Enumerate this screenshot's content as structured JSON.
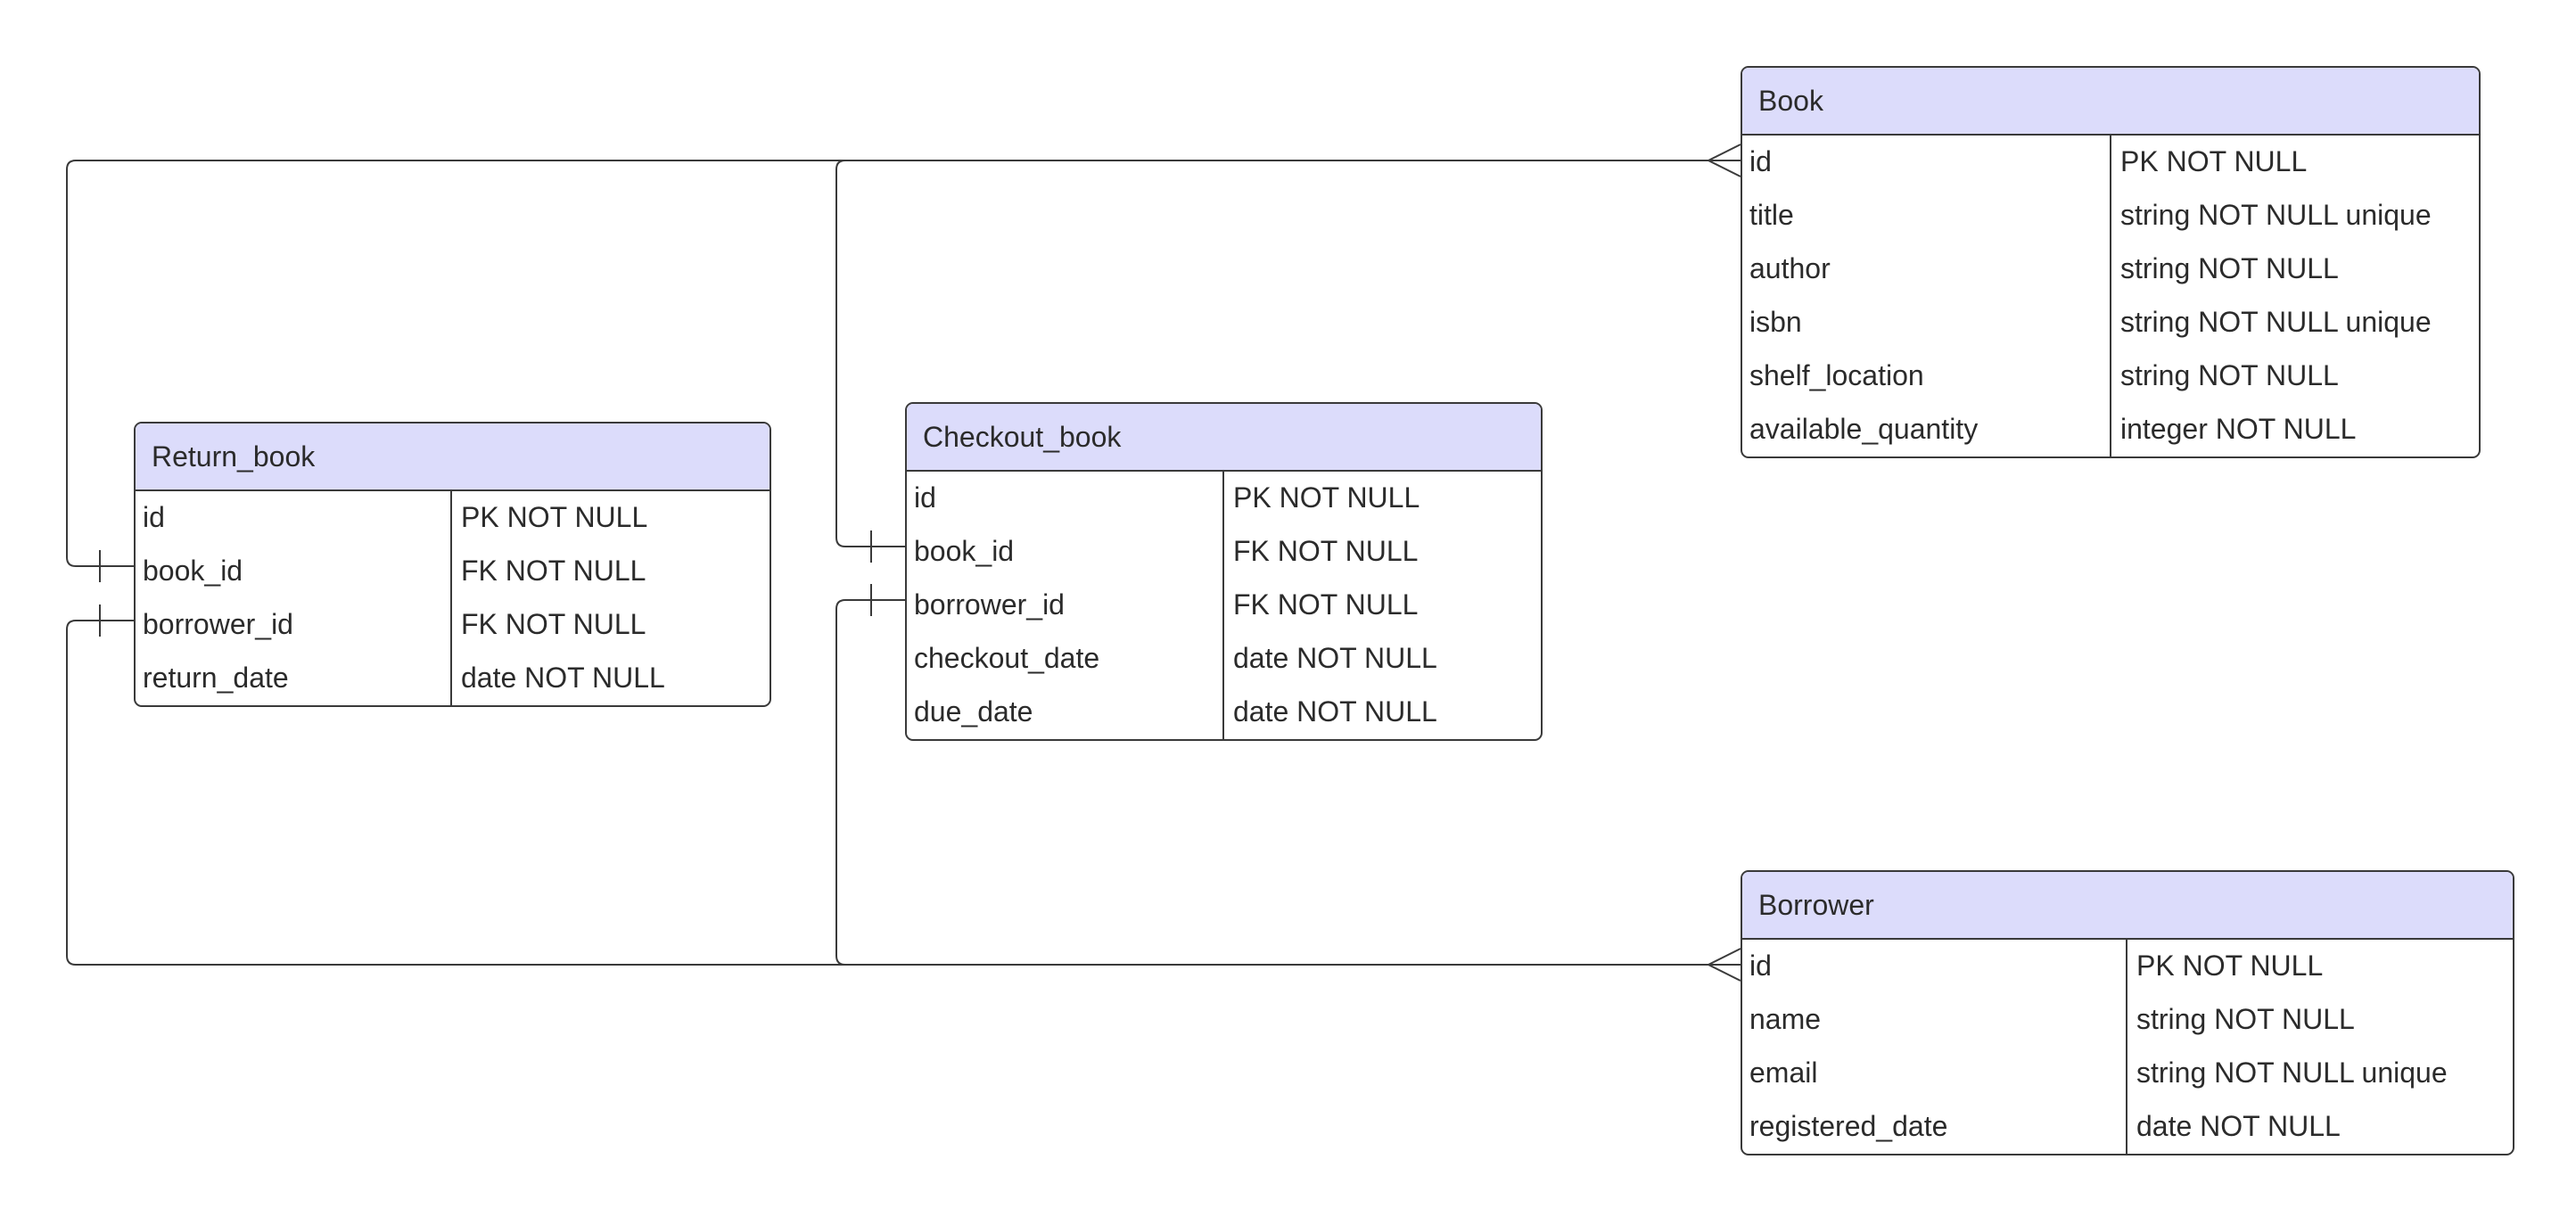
{
  "entities": {
    "book": {
      "title": "Book",
      "rows": [
        {
          "name": "id",
          "type": "PK NOT NULL"
        },
        {
          "name": "title",
          "type": "string NOT NULL unique"
        },
        {
          "name": "author",
          "type": "string  NOT NULL"
        },
        {
          "name": "isbn",
          "type": "string  NOT NULL unique"
        },
        {
          "name": "shelf_location",
          "type": "string  NOT NULL"
        },
        {
          "name": "available_quantity",
          "type": "integer NOT NULL"
        }
      ]
    },
    "return_book": {
      "title": "Return_book",
      "rows": [
        {
          "name": "id",
          "type": "PK NOT NULL"
        },
        {
          "name": "book_id",
          "type": "FK NOT NULL"
        },
        {
          "name": "borrower_id",
          "type": "FK NOT NULL"
        },
        {
          "name": "return_date",
          "type": "date NOT NULL"
        }
      ]
    },
    "checkout_book": {
      "title": "Checkout_book",
      "rows": [
        {
          "name": "id",
          "type": "PK NOT NULL"
        },
        {
          "name": "book_id",
          "type": "FK NOT NULL"
        },
        {
          "name": "borrower_id",
          "type": "FK NOT NULL"
        },
        {
          "name": "checkout_date",
          "type": "date NOT NULL"
        },
        {
          "name": "due_date",
          "type": "date NOT NULL"
        }
      ]
    },
    "borrower": {
      "title": "Borrower",
      "rows": [
        {
          "name": "id",
          "type": "PK NOT NULL"
        },
        {
          "name": "name",
          "type": "string NOT NULL"
        },
        {
          "name": "email",
          "type": "string NOT NULL unique"
        },
        {
          "name": "registered_date",
          "type": "date NOT NULL"
        }
      ]
    }
  },
  "relationships": [
    {
      "from": "book.id",
      "to": "return_book.book_id",
      "from_end": "many",
      "to_end": "one"
    },
    {
      "from": "book.id",
      "to": "checkout_book.book_id",
      "from_end": "many",
      "to_end": "one"
    },
    {
      "from": "borrower.id",
      "to": "return_book.borrower_id",
      "from_end": "many",
      "to_end": "one"
    },
    {
      "from": "borrower.id",
      "to": "checkout_book.borrower_id",
      "from_end": "many",
      "to_end": "one"
    }
  ],
  "colors": {
    "header_fill": "#dcdcfb",
    "line": "#3a3a3a",
    "text": "#2b2b2b",
    "background": "#ffffff"
  }
}
